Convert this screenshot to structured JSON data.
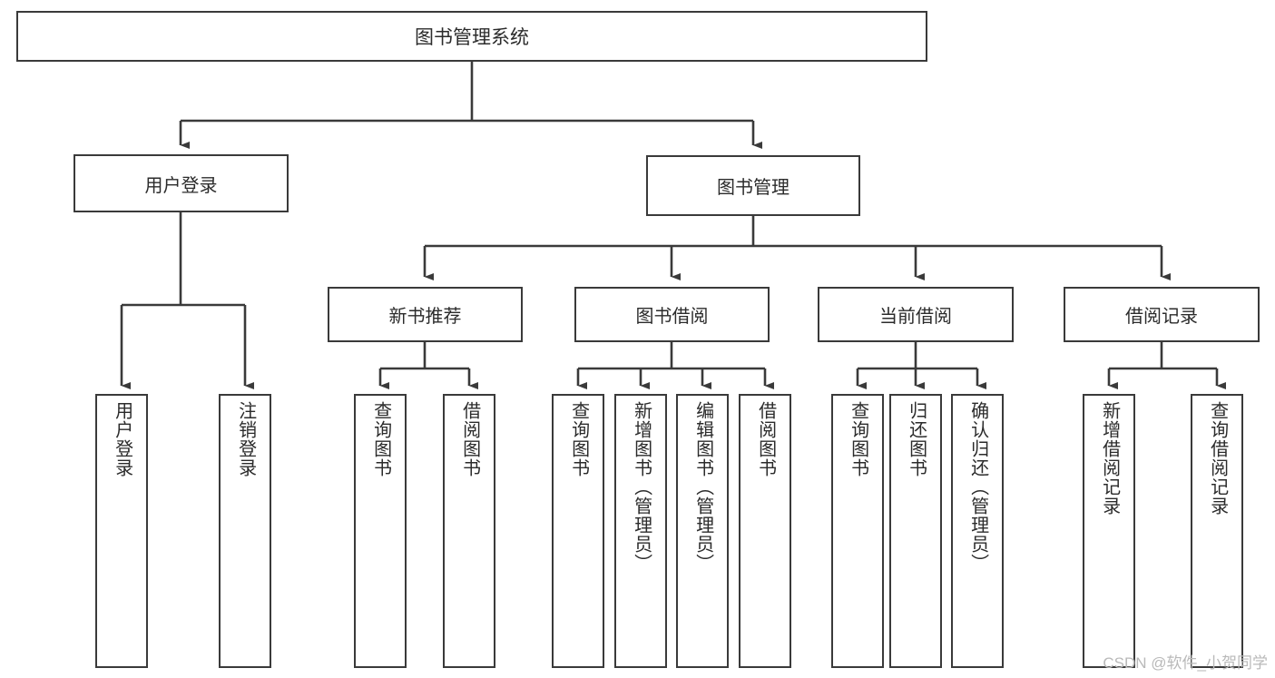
{
  "diagram": {
    "title": "图书管理系统",
    "type": "tree-structure-chart",
    "watermark": "CSDN @软件_小贺同学",
    "colors": {
      "box_border": "#3a3a3a",
      "box_fill": "#ffffff",
      "edge": "#3a3a3a",
      "text": "#2b2b2b",
      "watermark": "#b9b9b9",
      "background": "#ffffff"
    },
    "root": {
      "id": "root",
      "label": "图书管理系统"
    },
    "level2": [
      {
        "id": "login",
        "label": "用户登录"
      },
      {
        "id": "bookmgmt",
        "label": "图书管理"
      }
    ],
    "level3": [
      {
        "id": "newbook",
        "label": "新书推荐",
        "parent": "bookmgmt"
      },
      {
        "id": "borrow",
        "label": "图书借阅",
        "parent": "bookmgmt"
      },
      {
        "id": "current",
        "label": "当前借阅",
        "parent": "bookmgmt"
      },
      {
        "id": "records",
        "label": "借阅记录",
        "parent": "bookmgmt"
      }
    ],
    "leaves": {
      "login": [
        {
          "id": "leaf-login-1",
          "label": "用户登录"
        },
        {
          "id": "leaf-login-2",
          "label": "注销登录"
        }
      ],
      "newbook": [
        {
          "id": "leaf-newbook-1",
          "label": "查询图书"
        },
        {
          "id": "leaf-newbook-2",
          "label": "借阅图书"
        }
      ],
      "borrow": [
        {
          "id": "leaf-borrow-1",
          "label": "查询图书"
        },
        {
          "id": "leaf-borrow-2",
          "label": "新增图书（管理员）"
        },
        {
          "id": "leaf-borrow-3",
          "label": "编辑图书（管理员）"
        },
        {
          "id": "leaf-borrow-4",
          "label": "借阅图书"
        }
      ],
      "current": [
        {
          "id": "leaf-current-1",
          "label": "查询图书"
        },
        {
          "id": "leaf-current-2",
          "label": "归还图书"
        },
        {
          "id": "leaf-current-3",
          "label": "确认归还（管理员）"
        }
      ],
      "records": [
        {
          "id": "leaf-records-1",
          "label": "新增借阅记录"
        },
        {
          "id": "leaf-records-2",
          "label": "查询借阅记录"
        }
      ]
    }
  }
}
